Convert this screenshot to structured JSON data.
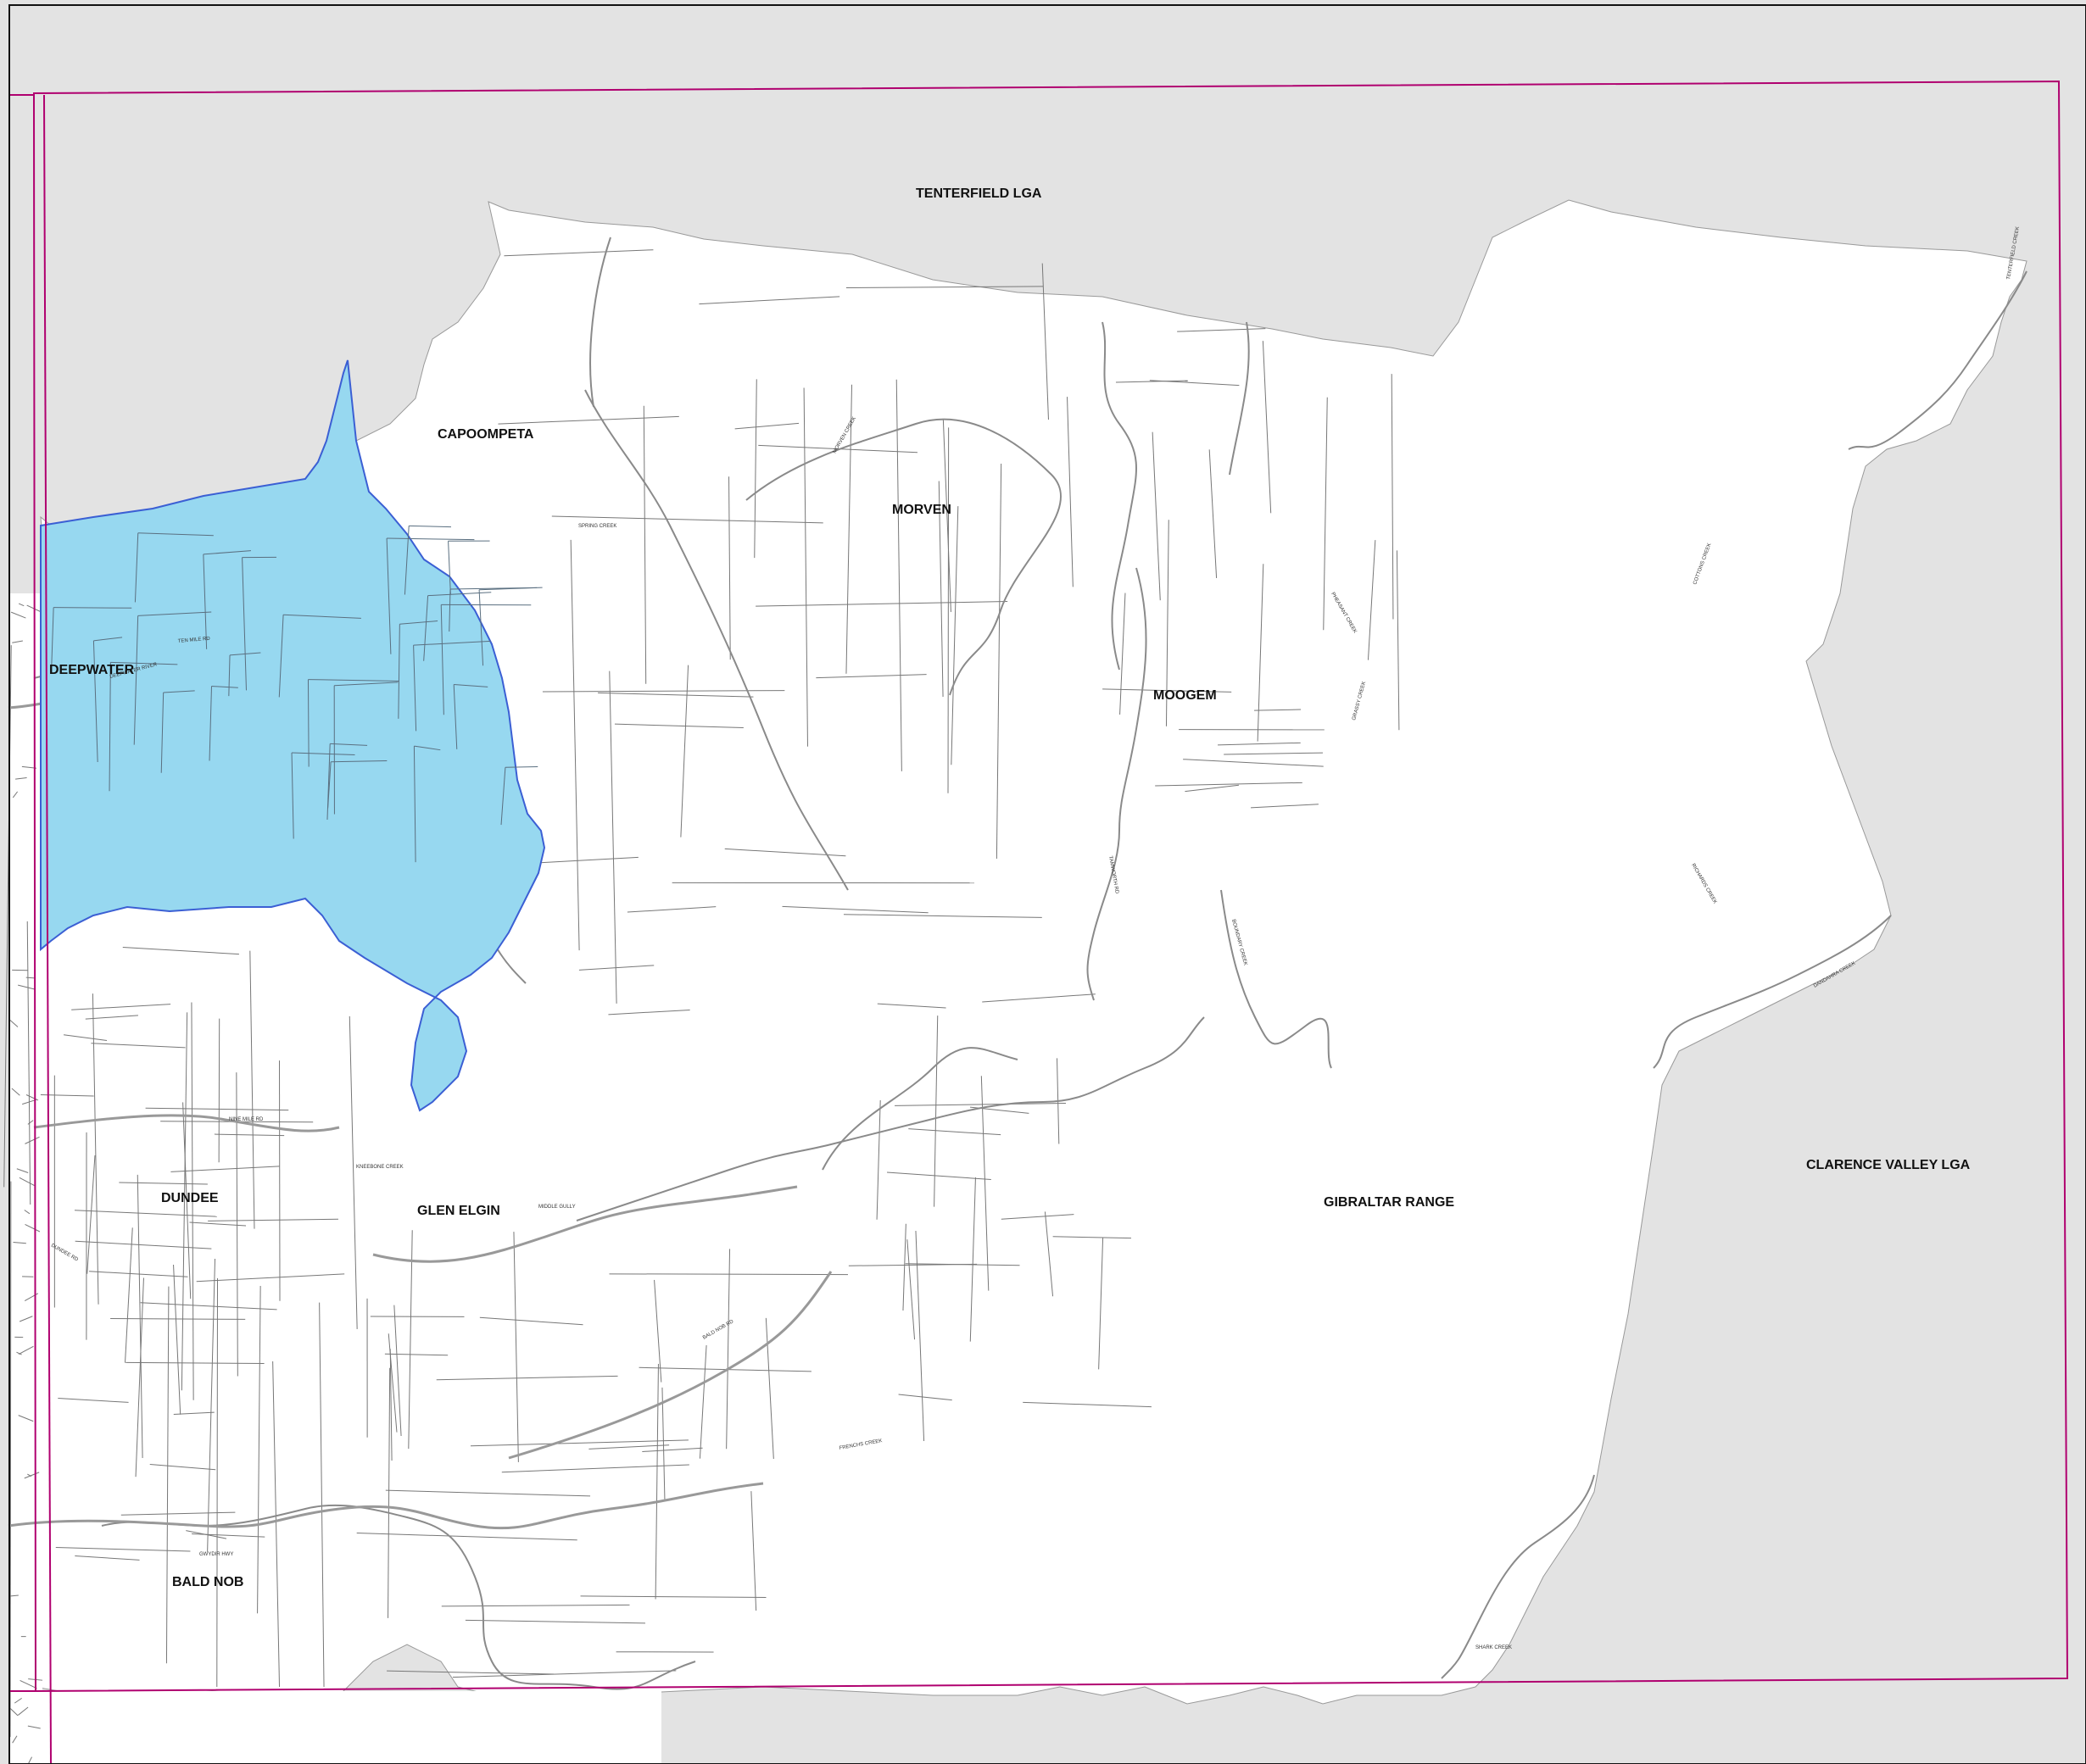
{
  "map": {
    "lgas": [
      {
        "id": "tenterfield",
        "label": "TENTERFIELD LGA"
      },
      {
        "id": "clarence",
        "label": "CLARENCE VALLEY LGA"
      }
    ],
    "localities": [
      {
        "id": "capoompeta",
        "label": "CAPOOMPETA"
      },
      {
        "id": "morven",
        "label": "MORVEN"
      },
      {
        "id": "deepwater",
        "label": "DEEPWATER"
      },
      {
        "id": "moogem",
        "label": "MOOGEM"
      },
      {
        "id": "dundee",
        "label": "DUNDEE"
      },
      {
        "id": "glen-elgin",
        "label": "GLEN ELGIN"
      },
      {
        "id": "gibraltar-range",
        "label": "GIBRALTAR RANGE"
      },
      {
        "id": "bald-nob",
        "label": "BALD NOB"
      }
    ],
    "features": [
      {
        "label": "MORVEN CREEK"
      },
      {
        "label": "PHEASANT CREEK"
      },
      {
        "label": "DEEPWATER RIVER"
      },
      {
        "label": "KNEEBONE CREEK"
      },
      {
        "label": "MIDDLE GULLY"
      },
      {
        "label": "FRENCHS CREEK"
      },
      {
        "label": "SHARK CREEK"
      },
      {
        "label": "DANDAHRA CREEK"
      },
      {
        "label": "TENTERFIELD CREEK"
      },
      {
        "label": "GWYDIR HWY"
      },
      {
        "label": "TEN MILE RD"
      },
      {
        "label": "NINE MILE RD"
      },
      {
        "label": "BOUNDARY CREEK"
      },
      {
        "label": "TAMWORTH RD"
      },
      {
        "label": "RICHARDS CREEK"
      },
      {
        "label": "COTTONS CREEK"
      },
      {
        "label": "DUNDEE RD"
      },
      {
        "label": "BALD NOB RD"
      },
      {
        "label": "GRASSY CREEK"
      },
      {
        "label": "SPRING CREEK"
      }
    ],
    "colors": {
      "outside": "#e3e3e3",
      "inside": "#ffffff",
      "highlight": "#97d8f0",
      "highlight_edge": "#3b5fd4",
      "boundary": "#b0006f",
      "cadastre": "#777777",
      "watercourse": "#8a8a8a"
    }
  }
}
